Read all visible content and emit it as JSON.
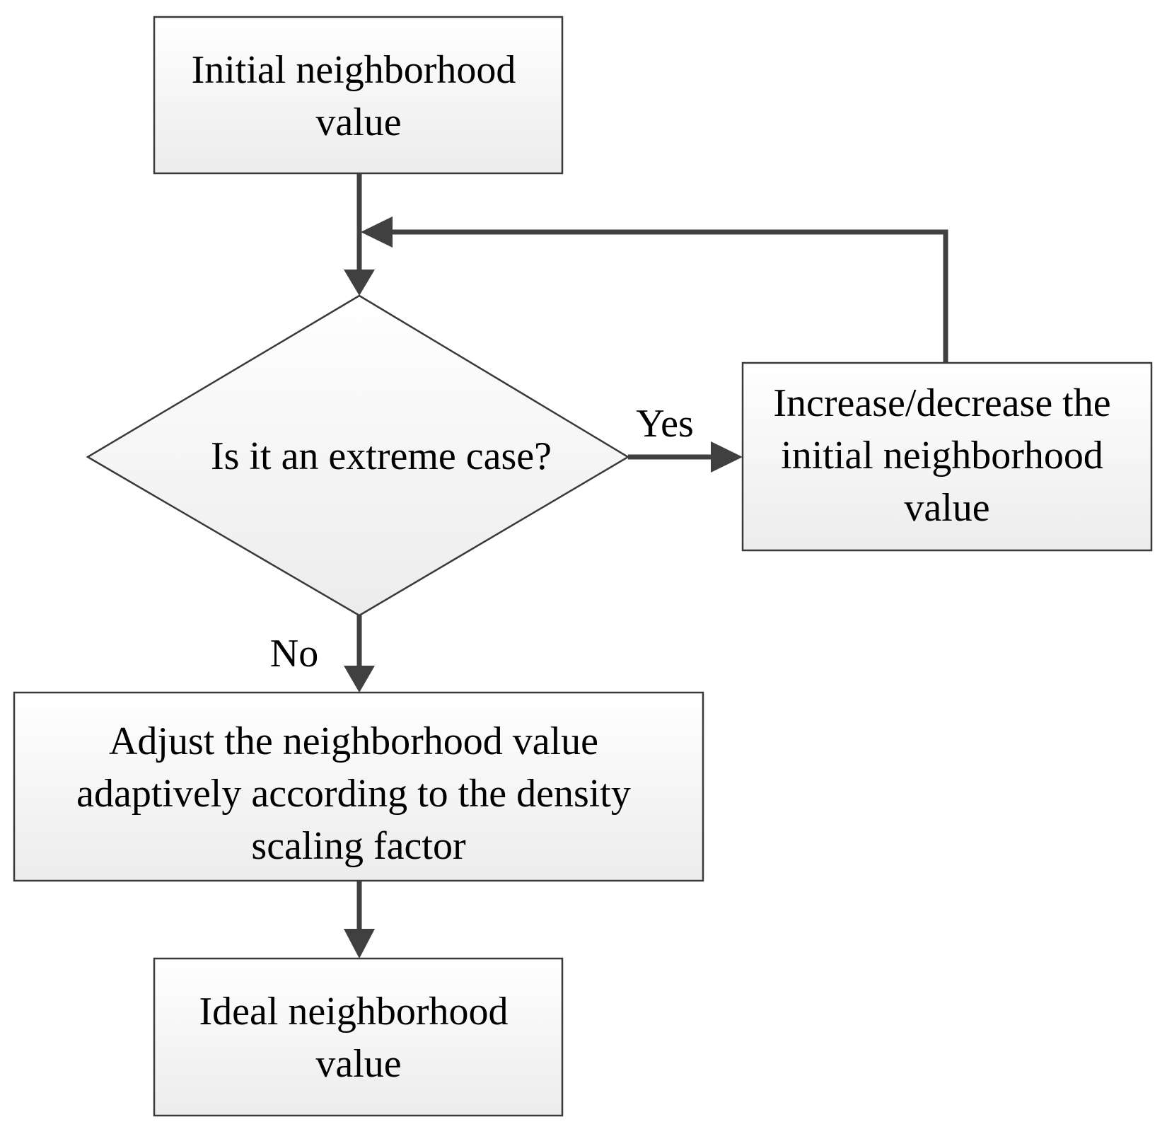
{
  "nodes": {
    "initial": {
      "lines": [
        "Initial neighborhood",
        "value"
      ]
    },
    "decision": {
      "lines": [
        "Is it an extreme case?"
      ]
    },
    "increase": {
      "lines": [
        "Increase/decrease the",
        "initial neighborhood",
        "value"
      ]
    },
    "adjust": {
      "lines": [
        "Adjust the neighborhood value",
        "adaptively according to the density",
        "scaling factor"
      ]
    },
    "ideal": {
      "lines": [
        "Ideal neighborhood",
        "value"
      ]
    }
  },
  "edges": {
    "yes_label": "Yes",
    "no_label": "No"
  },
  "colors": {
    "box_top": "#ffffff",
    "box_bottom": "#ececec",
    "line": "#404040",
    "border": "#3a3a3a"
  }
}
